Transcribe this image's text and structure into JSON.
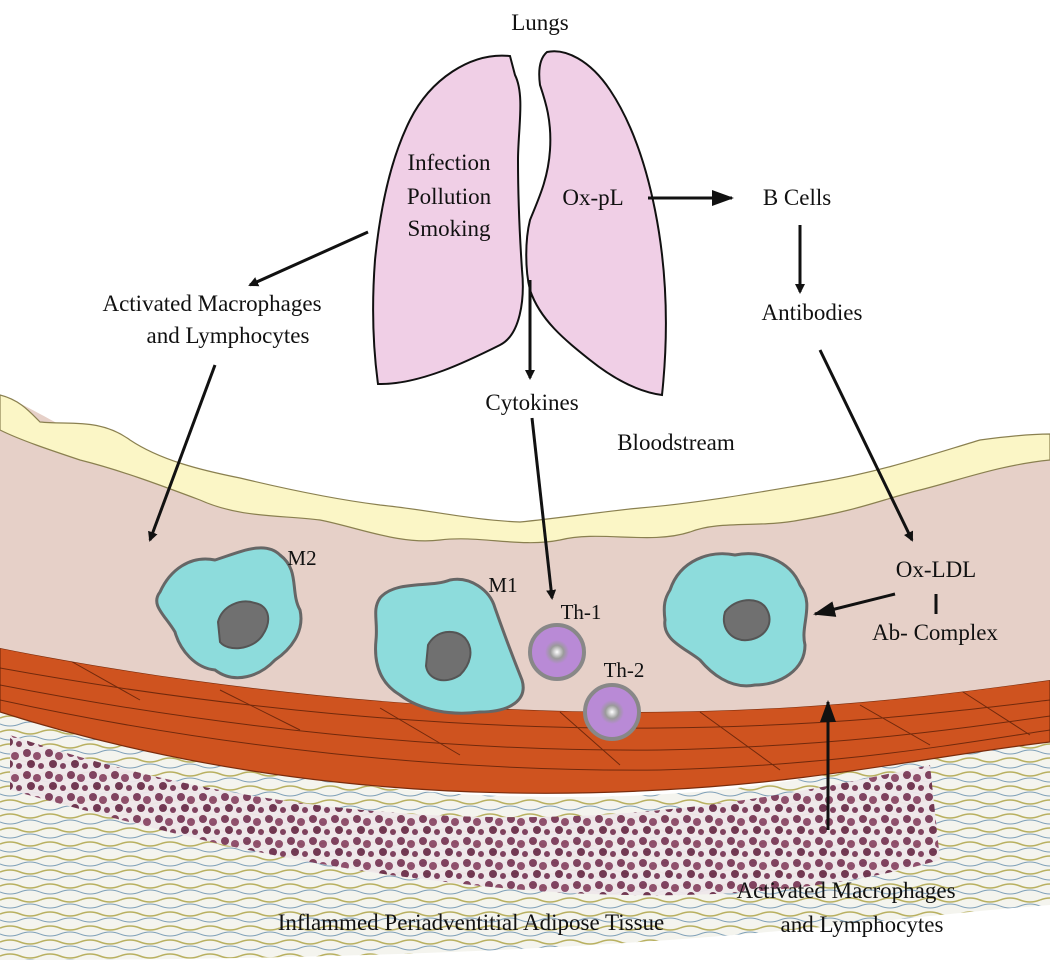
{
  "labels": {
    "lungs": "Lungs",
    "infection": "Infection",
    "pollution": "Pollution",
    "smoking": "Smoking",
    "oxpl": "Ox-pL",
    "b_cells": "B Cells",
    "antibodies": "Antibodies",
    "activated_top_line1": "Activated Macrophages",
    "activated_top_line2": "and Lymphocytes",
    "cytokines": "Cytokines",
    "bloodstream": "Bloodstream",
    "m2": "M2",
    "m1": "M1",
    "th1": "Th-1",
    "th2": "Th-2",
    "ox_ldl": "Ox-LDL",
    "ab_complex": "Ab- Complex",
    "adipose": "Inflammed Periadventitial Adipose Tissue",
    "activated_bottom_line1": "Activated Macrophages",
    "activated_bottom_line2": "and Lymphocytes"
  },
  "colors": {
    "lung_fill": "#f0cfe6",
    "vessel_wall": "#e6d0c8",
    "endothelium": "#fbf6c6",
    "macrophage": "#8ddcdc",
    "nucleus": "#707070",
    "lymphocyte": "#b98ad6",
    "adventitia": "#cf531f",
    "adipose": "#7a3a58"
  }
}
